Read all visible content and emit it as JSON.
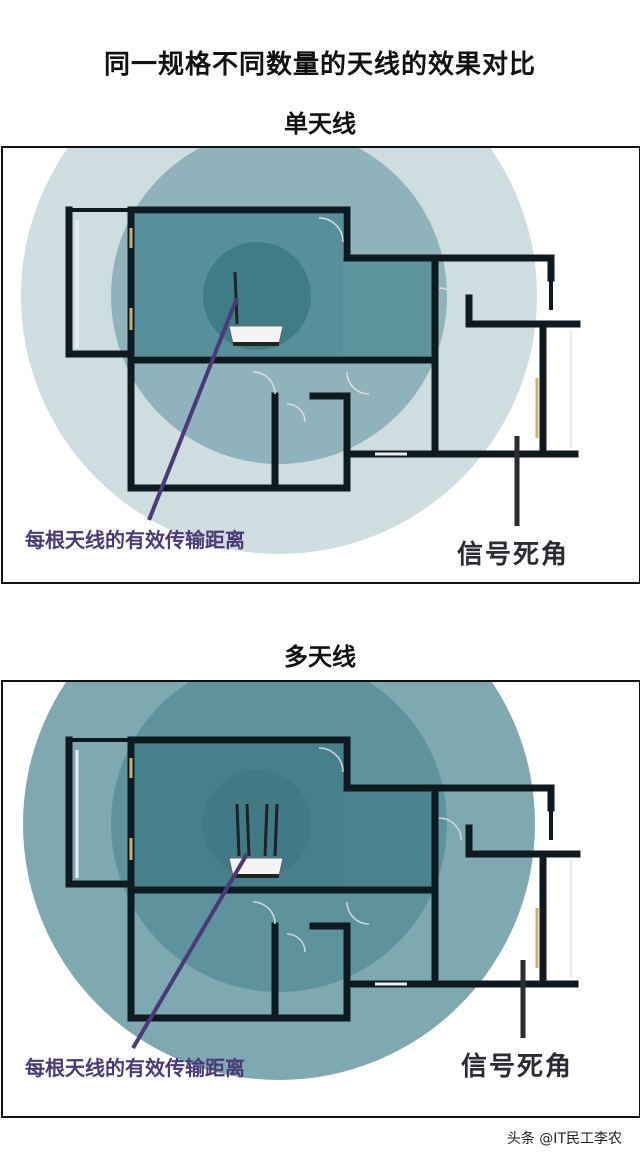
{
  "title": "同一规格不同数量的天线的效果对比",
  "panels": [
    {
      "subtitle": "单天线",
      "antenna_count": 1,
      "range_label": "每根天线的有效传输距离",
      "dead_zone_label": "信号死角"
    },
    {
      "subtitle": "多天线",
      "antenna_count": 4,
      "range_label": "每根天线的有效传输距离",
      "dead_zone_label": "信号死角"
    }
  ],
  "watermark": "头条 @IT民工李农",
  "colors": {
    "outer_zone_single": "#cddde0",
    "middle_zone_single": "#8fb3ba",
    "inner_zone_single": "#3e7c86",
    "outer_zone_multi": "#7ea9b1",
    "middle_zone_multi": "#5e939d",
    "inner_zone_multi": "#3f7a85",
    "wall": "#0f1a20",
    "pointer": "#4a3a78"
  }
}
